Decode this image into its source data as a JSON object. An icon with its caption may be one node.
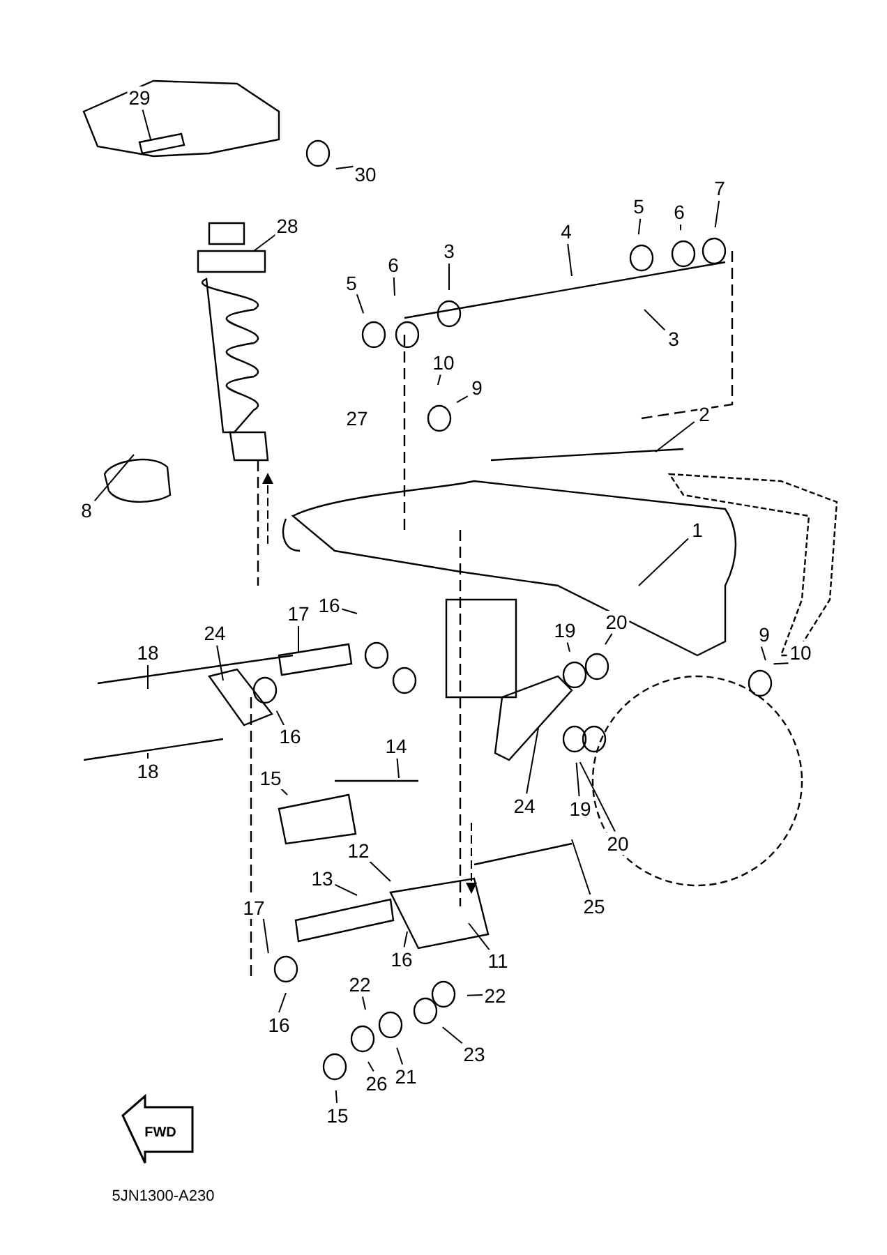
{
  "diagram": {
    "nodes": [
      {
        "text": [
          "29"
        ]
      },
      {
        "text": [
          "30"
        ]
      },
      {
        "text": [
          "28"
        ]
      },
      {
        "text": [
          "7"
        ]
      },
      {
        "text": [
          "6"
        ]
      },
      {
        "text": [
          "5"
        ]
      },
      {
        "text": [
          "4"
        ]
      },
      {
        "text": [
          "6"
        ]
      },
      {
        "text": [
          "3"
        ]
      },
      {
        "text": [
          "5"
        ]
      },
      {
        "text": [
          "3"
        ]
      },
      {
        "text": [
          "10"
        ]
      },
      {
        "text": [
          "9"
        ]
      },
      {
        "text": [
          "2"
        ]
      },
      {
        "text": [
          "8"
        ]
      },
      {
        "text": [
          "1"
        ]
      },
      {
        "text": [
          "17"
        ]
      },
      {
        "text": [
          "16"
        ]
      },
      {
        "text": [
          "24"
        ]
      },
      {
        "text": [
          "19"
        ]
      },
      {
        "text": [
          "20"
        ]
      },
      {
        "text": [
          "9"
        ]
      },
      {
        "text": [
          "18"
        ]
      },
      {
        "text": [
          "10"
        ]
      },
      {
        "text": [
          "16"
        ]
      },
      {
        "text": [
          "14"
        ]
      },
      {
        "text": [
          "18"
        ]
      },
      {
        "text": [
          "15"
        ]
      },
      {
        "text": [
          "24"
        ]
      },
      {
        "text": [
          "19"
        ]
      },
      {
        "text": [
          "20"
        ]
      },
      {
        "text": [
          "12"
        ]
      },
      {
        "text": [
          "13"
        ]
      },
      {
        "text": [
          "25"
        ]
      },
      {
        "text": [
          "17"
        ]
      },
      {
        "text": [
          "11"
        ]
      },
      {
        "text": [
          "16"
        ]
      },
      {
        "text": [
          "22"
        ]
      },
      {
        "text": [
          "22"
        ]
      },
      {
        "text": [
          "16"
        ]
      },
      {
        "text": [
          "23"
        ]
      },
      {
        "text": [
          "21"
        ]
      },
      {
        "text": [
          "26"
        ]
      },
      {
        "text": [
          "15"
        ]
      },
      {
        "text": [
          "27"
        ]
      }
    ],
    "edges": [
      {
        "from": 0,
        "to": null,
        "arrow": "none"
      },
      {
        "from": 1,
        "to": null,
        "arrow": "none"
      },
      {
        "from": 2,
        "to": null,
        "arrow": "none"
      },
      {
        "from": 3,
        "to": null,
        "arrow": "none"
      },
      {
        "from": 4,
        "to": null,
        "arrow": "none"
      },
      {
        "from": 5,
        "to": null,
        "arrow": "none"
      },
      {
        "from": 6,
        "to": null,
        "arrow": "none"
      },
      {
        "from": 7,
        "to": null,
        "arrow": "none"
      },
      {
        "from": 8,
        "to": null,
        "arrow": "none"
      },
      {
        "from": 9,
        "to": null,
        "arrow": "none"
      },
      {
        "from": 10,
        "to": null,
        "arrow": "none"
      },
      {
        "from": 11,
        "to": null,
        "arrow": "none"
      },
      {
        "from": 12,
        "to": null,
        "arrow": "none"
      },
      {
        "from": 13,
        "to": null,
        "arrow": "none"
      },
      {
        "from": 14,
        "to": null,
        "arrow": "none"
      },
      {
        "from": 15,
        "to": null,
        "arrow": "none"
      },
      {
        "from": 16,
        "to": null,
        "arrow": "none"
      },
      {
        "from": 17,
        "to": null,
        "arrow": "none"
      },
      {
        "from": 18,
        "to": null,
        "arrow": "none"
      },
      {
        "from": 19,
        "to": null,
        "arrow": "none"
      },
      {
        "from": 20,
        "to": null,
        "arrow": "none"
      },
      {
        "from": 21,
        "to": null,
        "arrow": "none"
      },
      {
        "from": 22,
        "to": null,
        "arrow": "none"
      },
      {
        "from": 23,
        "to": null,
        "arrow": "none"
      },
      {
        "from": 24,
        "to": null,
        "arrow": "none"
      },
      {
        "from": 25,
        "to": null,
        "arrow": "none"
      },
      {
        "from": 26,
        "to": null,
        "arrow": "none"
      },
      {
        "from": 27,
        "to": null,
        "arrow": "none"
      },
      {
        "from": 28,
        "to": null,
        "arrow": "none"
      },
      {
        "from": 29,
        "to": null,
        "arrow": "none"
      },
      {
        "from": 30,
        "to": null,
        "arrow": "none"
      },
      {
        "from": 31,
        "to": null,
        "arrow": "none"
      },
      {
        "from": 32,
        "to": null,
        "arrow": "none"
      },
      {
        "from": 33,
        "to": null,
        "arrow": "none"
      },
      {
        "from": 34,
        "to": null,
        "arrow": "none"
      },
      {
        "from": 35,
        "to": null,
        "arrow": "none"
      },
      {
        "from": 36,
        "to": null,
        "arrow": "none"
      },
      {
        "from": 37,
        "to": null,
        "arrow": "none"
      },
      {
        "from": 38,
        "to": null,
        "arrow": "none"
      },
      {
        "from": 39,
        "to": null,
        "arrow": "none"
      },
      {
        "from": 40,
        "to": null,
        "arrow": "none"
      },
      {
        "from": 41,
        "to": null,
        "arrow": "none"
      },
      {
        "from": 42,
        "to": null,
        "arrow": "none"
      },
      {
        "from": 43,
        "to": null,
        "arrow": "none"
      }
    ],
    "labels": [
      "FWD",
      "5JN1300-A230"
    ]
  }
}
